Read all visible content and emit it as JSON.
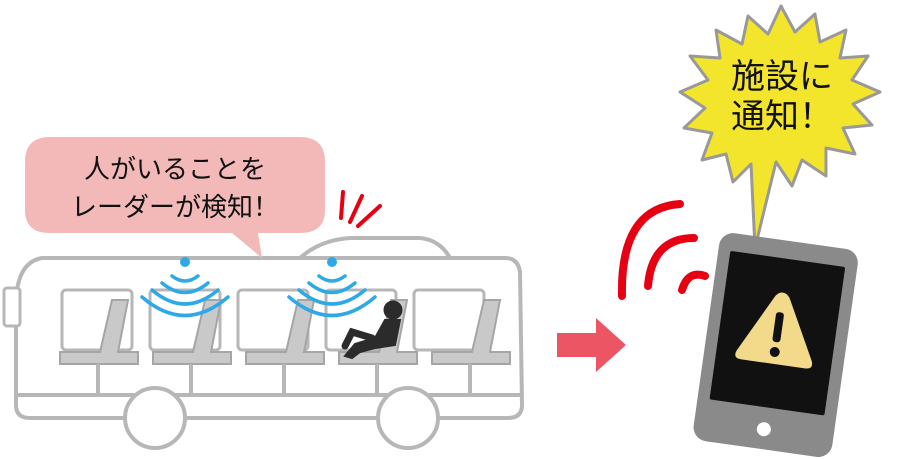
{
  "speech_bubble": {
    "line1": "人がいることを",
    "line2": "レーダーが検知！"
  },
  "starburst": {
    "line1": "施設に",
    "line2": "通知！"
  },
  "warning_icon": "warning-triangle-icon",
  "colors": {
    "bubble_fill": "#f3b9b9",
    "radar_wave": "#2fa9e6",
    "signal_red": "#e60012",
    "arrow_red": "#ec5564",
    "bus_line": "#b7b7b7",
    "seat_fill": "#c9c9c9",
    "passenger": "#2b2b2b",
    "burst_fill": "#f3e52c",
    "phone_body": "#8a8a8a",
    "phone_screen": "#111111",
    "warning_fill": "#f3d98a"
  }
}
